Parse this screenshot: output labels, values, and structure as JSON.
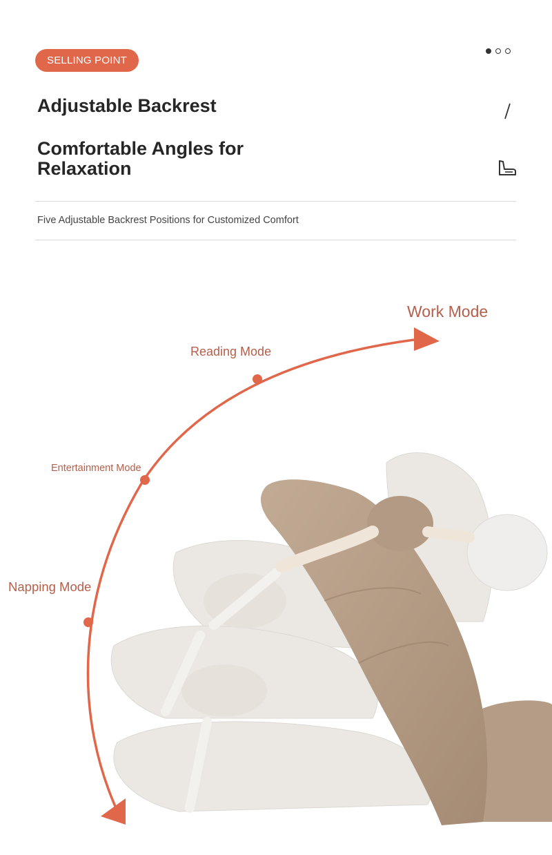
{
  "header": {
    "badge": "SELLING POINT",
    "pagination": {
      "total": 3,
      "active": 1
    }
  },
  "headline": {
    "title": "Adjustable Backrest",
    "subtitle": "Comfortable Angles for Relaxation",
    "description": "Five Adjustable Backrest Positions for Customized Comfort"
  },
  "icons": {
    "title_icon": "slash-icon",
    "subtitle_icon": "reclining-seat-icon"
  },
  "modes": {
    "work": "Work Mode",
    "reading": "Reading Mode",
    "entertainment": "Entertainment Mode",
    "napping": "Napping Mode"
  },
  "colors": {
    "accent": "#e0674a",
    "mode_label": "#b45f4c",
    "cushion_beige": "#b79f89",
    "cushion_ghost": "#e9e5e0"
  }
}
